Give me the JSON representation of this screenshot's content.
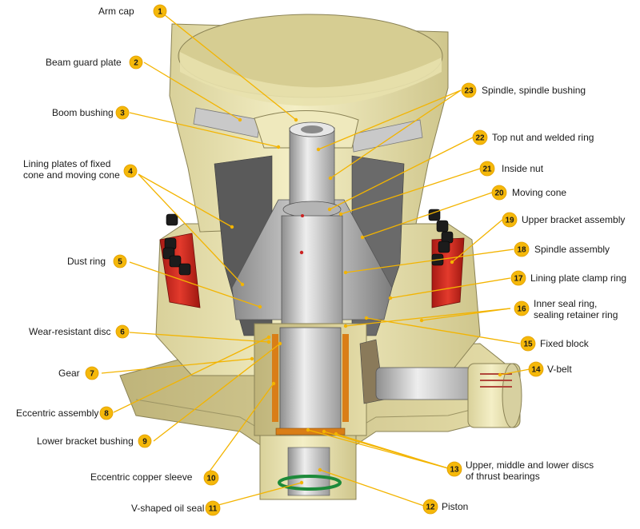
{
  "colors": {
    "badge": "#f5b80a",
    "leader": "#f3b400",
    "casting": "#ece7b4",
    "steel": "#c9c9c9",
    "frame_red": "#d22a22",
    "bolt": "#1c1c1c"
  },
  "labels": [
    {
      "id": "1",
      "text": "Arm cap"
    },
    {
      "id": "2",
      "text": "Beam guard plate"
    },
    {
      "id": "3",
      "text": "Boom bushing"
    },
    {
      "id": "4",
      "lines": [
        "Lining plates of fixed",
        "cone and moving cone"
      ]
    },
    {
      "id": "5",
      "text": "Dust ring"
    },
    {
      "id": "6",
      "text": "Wear-resistant disc"
    },
    {
      "id": "7",
      "text": "Gear"
    },
    {
      "id": "8",
      "text": "Eccentric assembly"
    },
    {
      "id": "9",
      "text": "Lower bracket bushing"
    },
    {
      "id": "10",
      "text": "Eccentric copper sleeve"
    },
    {
      "id": "11",
      "text": "V-shaped oil seal"
    },
    {
      "id": "12",
      "text": "Piston"
    },
    {
      "id": "13",
      "lines": [
        "Upper, middle and lower discs",
        "of thrust bearings"
      ]
    },
    {
      "id": "14",
      "text": "V-belt"
    },
    {
      "id": "15",
      "text": "Fixed block"
    },
    {
      "id": "16",
      "lines": [
        "Inner seal ring,",
        "sealing retainer ring"
      ]
    },
    {
      "id": "17",
      "text": "Lining plate clamp ring"
    },
    {
      "id": "18",
      "text": "Spindle assembly"
    },
    {
      "id": "19",
      "text": "Upper bracket assembly"
    },
    {
      "id": "20",
      "text": "Moving cone"
    },
    {
      "id": "21",
      "text": "Inside nut"
    },
    {
      "id": "22",
      "text": "Top nut and welded ring"
    },
    {
      "id": "23",
      "text": "Spindle, spindle bushing"
    }
  ]
}
